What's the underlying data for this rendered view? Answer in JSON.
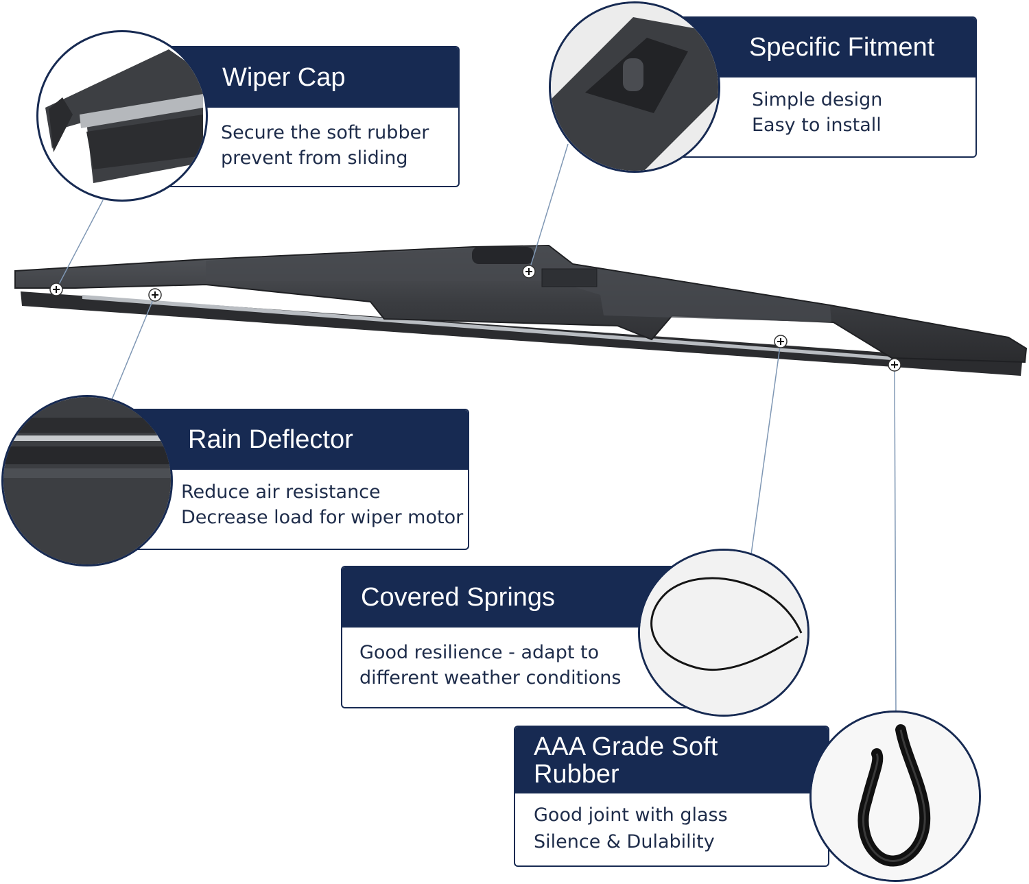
{
  "callouts": {
    "wiper_cap": {
      "title": "Wiper Cap",
      "line1": "Secure the soft rubber",
      "line2": "prevent from sliding"
    },
    "specific_fitment": {
      "title": "Specific Fitment",
      "line1": "Simple design",
      "line2": "Easy to install"
    },
    "rain_deflector": {
      "title": "Rain Deflector",
      "line1": "Reduce air resistance",
      "line2": "Decrease load for wiper motor"
    },
    "covered_springs": {
      "title": "Covered Springs",
      "line1": "Good resilience - adapt to",
      "line2": "different weather conditions"
    },
    "soft_rubber": {
      "title_line1": "AAA Grade Soft",
      "title_line2": "Rubber",
      "line1": "Good joint with glass",
      "line2": "Silence & Dulability"
    }
  },
  "colors": {
    "navy": "#172a52",
    "blade": "#3a3c40",
    "leader": "#7f97b4"
  }
}
